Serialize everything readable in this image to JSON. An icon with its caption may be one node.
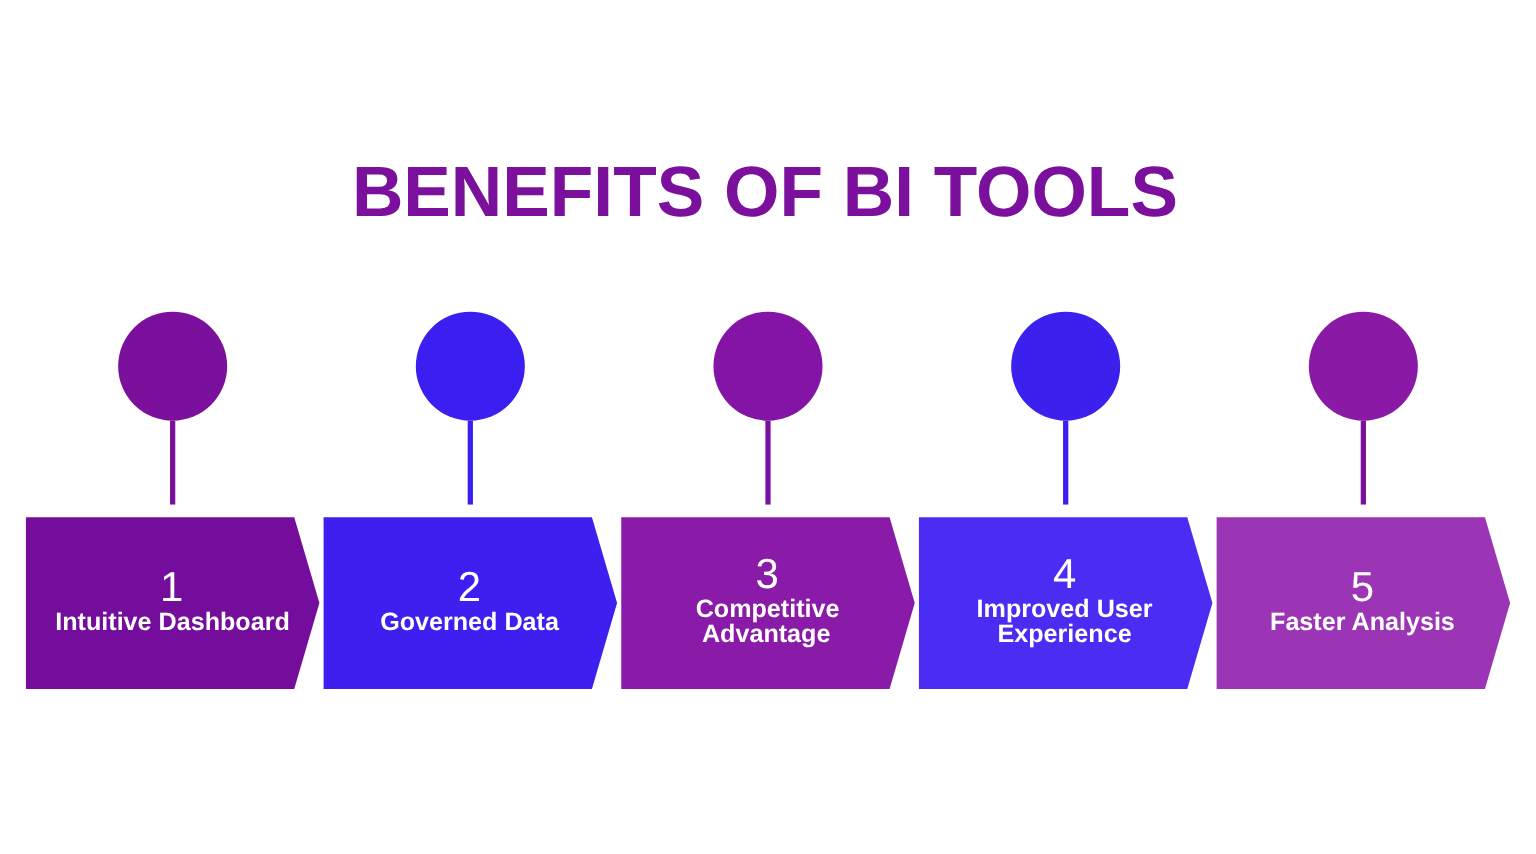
{
  "diagram": {
    "title": "BENEFITS OF BI TOOLS",
    "nodes": [
      {
        "text": [],
        "shape": "circle"
      },
      {
        "text": [],
        "shape": "circle"
      },
      {
        "text": [],
        "shape": "circle"
      },
      {
        "text": [],
        "shape": "circle"
      },
      {
        "text": [],
        "shape": "circle"
      },
      {
        "text": [
          "1",
          "Intuitive Dashboard"
        ]
      },
      {
        "text": [
          "2",
          "Governed Data"
        ]
      },
      {
        "text": [
          "3",
          "Competitive Advantage"
        ]
      },
      {
        "text": [
          "4",
          "Improved User Experience"
        ]
      },
      {
        "text": [
          "5",
          "Faster Analysis"
        ]
      }
    ],
    "edges": [
      {
        "from": 0,
        "to": 5,
        "arrow": "none"
      },
      {
        "from": 1,
        "to": 6,
        "arrow": "none",
        "color": "#3b1ef0"
      },
      {
        "from": 2,
        "to": 7,
        "arrow": "none"
      },
      {
        "from": 3,
        "to": 8,
        "arrow": "none",
        "color": "#3b1ef0"
      },
      {
        "from": 4,
        "to": 9,
        "arrow": "none"
      }
    ]
  }
}
